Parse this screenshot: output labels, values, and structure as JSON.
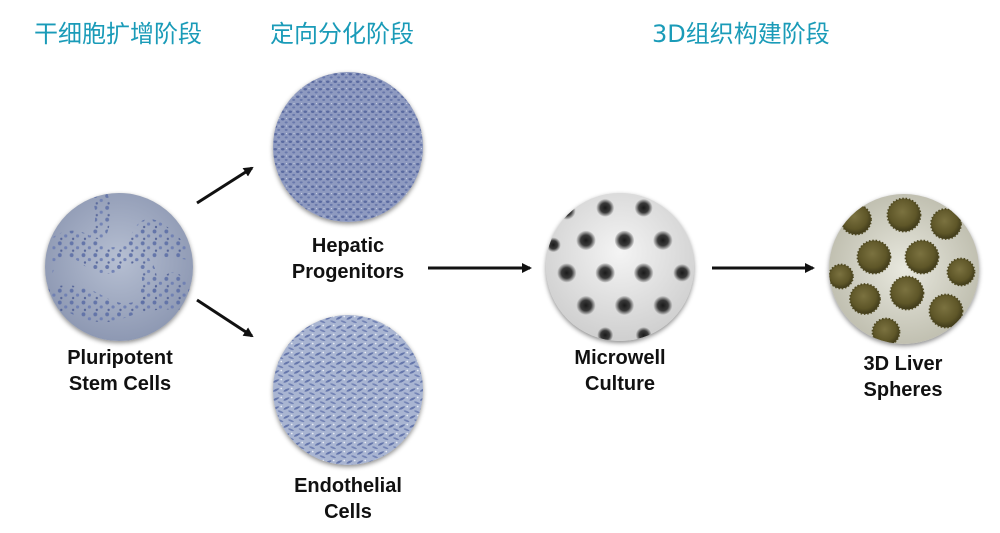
{
  "stages": {
    "expansion": "干细胞扩增阶段",
    "differentiation": "定向分化阶段",
    "construction": "3D组织构建阶段"
  },
  "nodes": {
    "psc": {
      "line1": "Pluripotent",
      "line2": "Stem Cells"
    },
    "hep": {
      "line1": "Hepatic",
      "line2": "Progenitors"
    },
    "endo": {
      "line1": "Endothelial",
      "line2": "Cells"
    },
    "micro": {
      "line1": "Microwell",
      "line2": "Culture"
    },
    "liver": {
      "line1": "3D Liver",
      "line2": "Spheres"
    }
  },
  "colors": {
    "stage_title": "#1a9bb8",
    "arrow": "#111111",
    "cell_blue": "#8c9bc4",
    "sphere_brown": "#6b6232"
  }
}
